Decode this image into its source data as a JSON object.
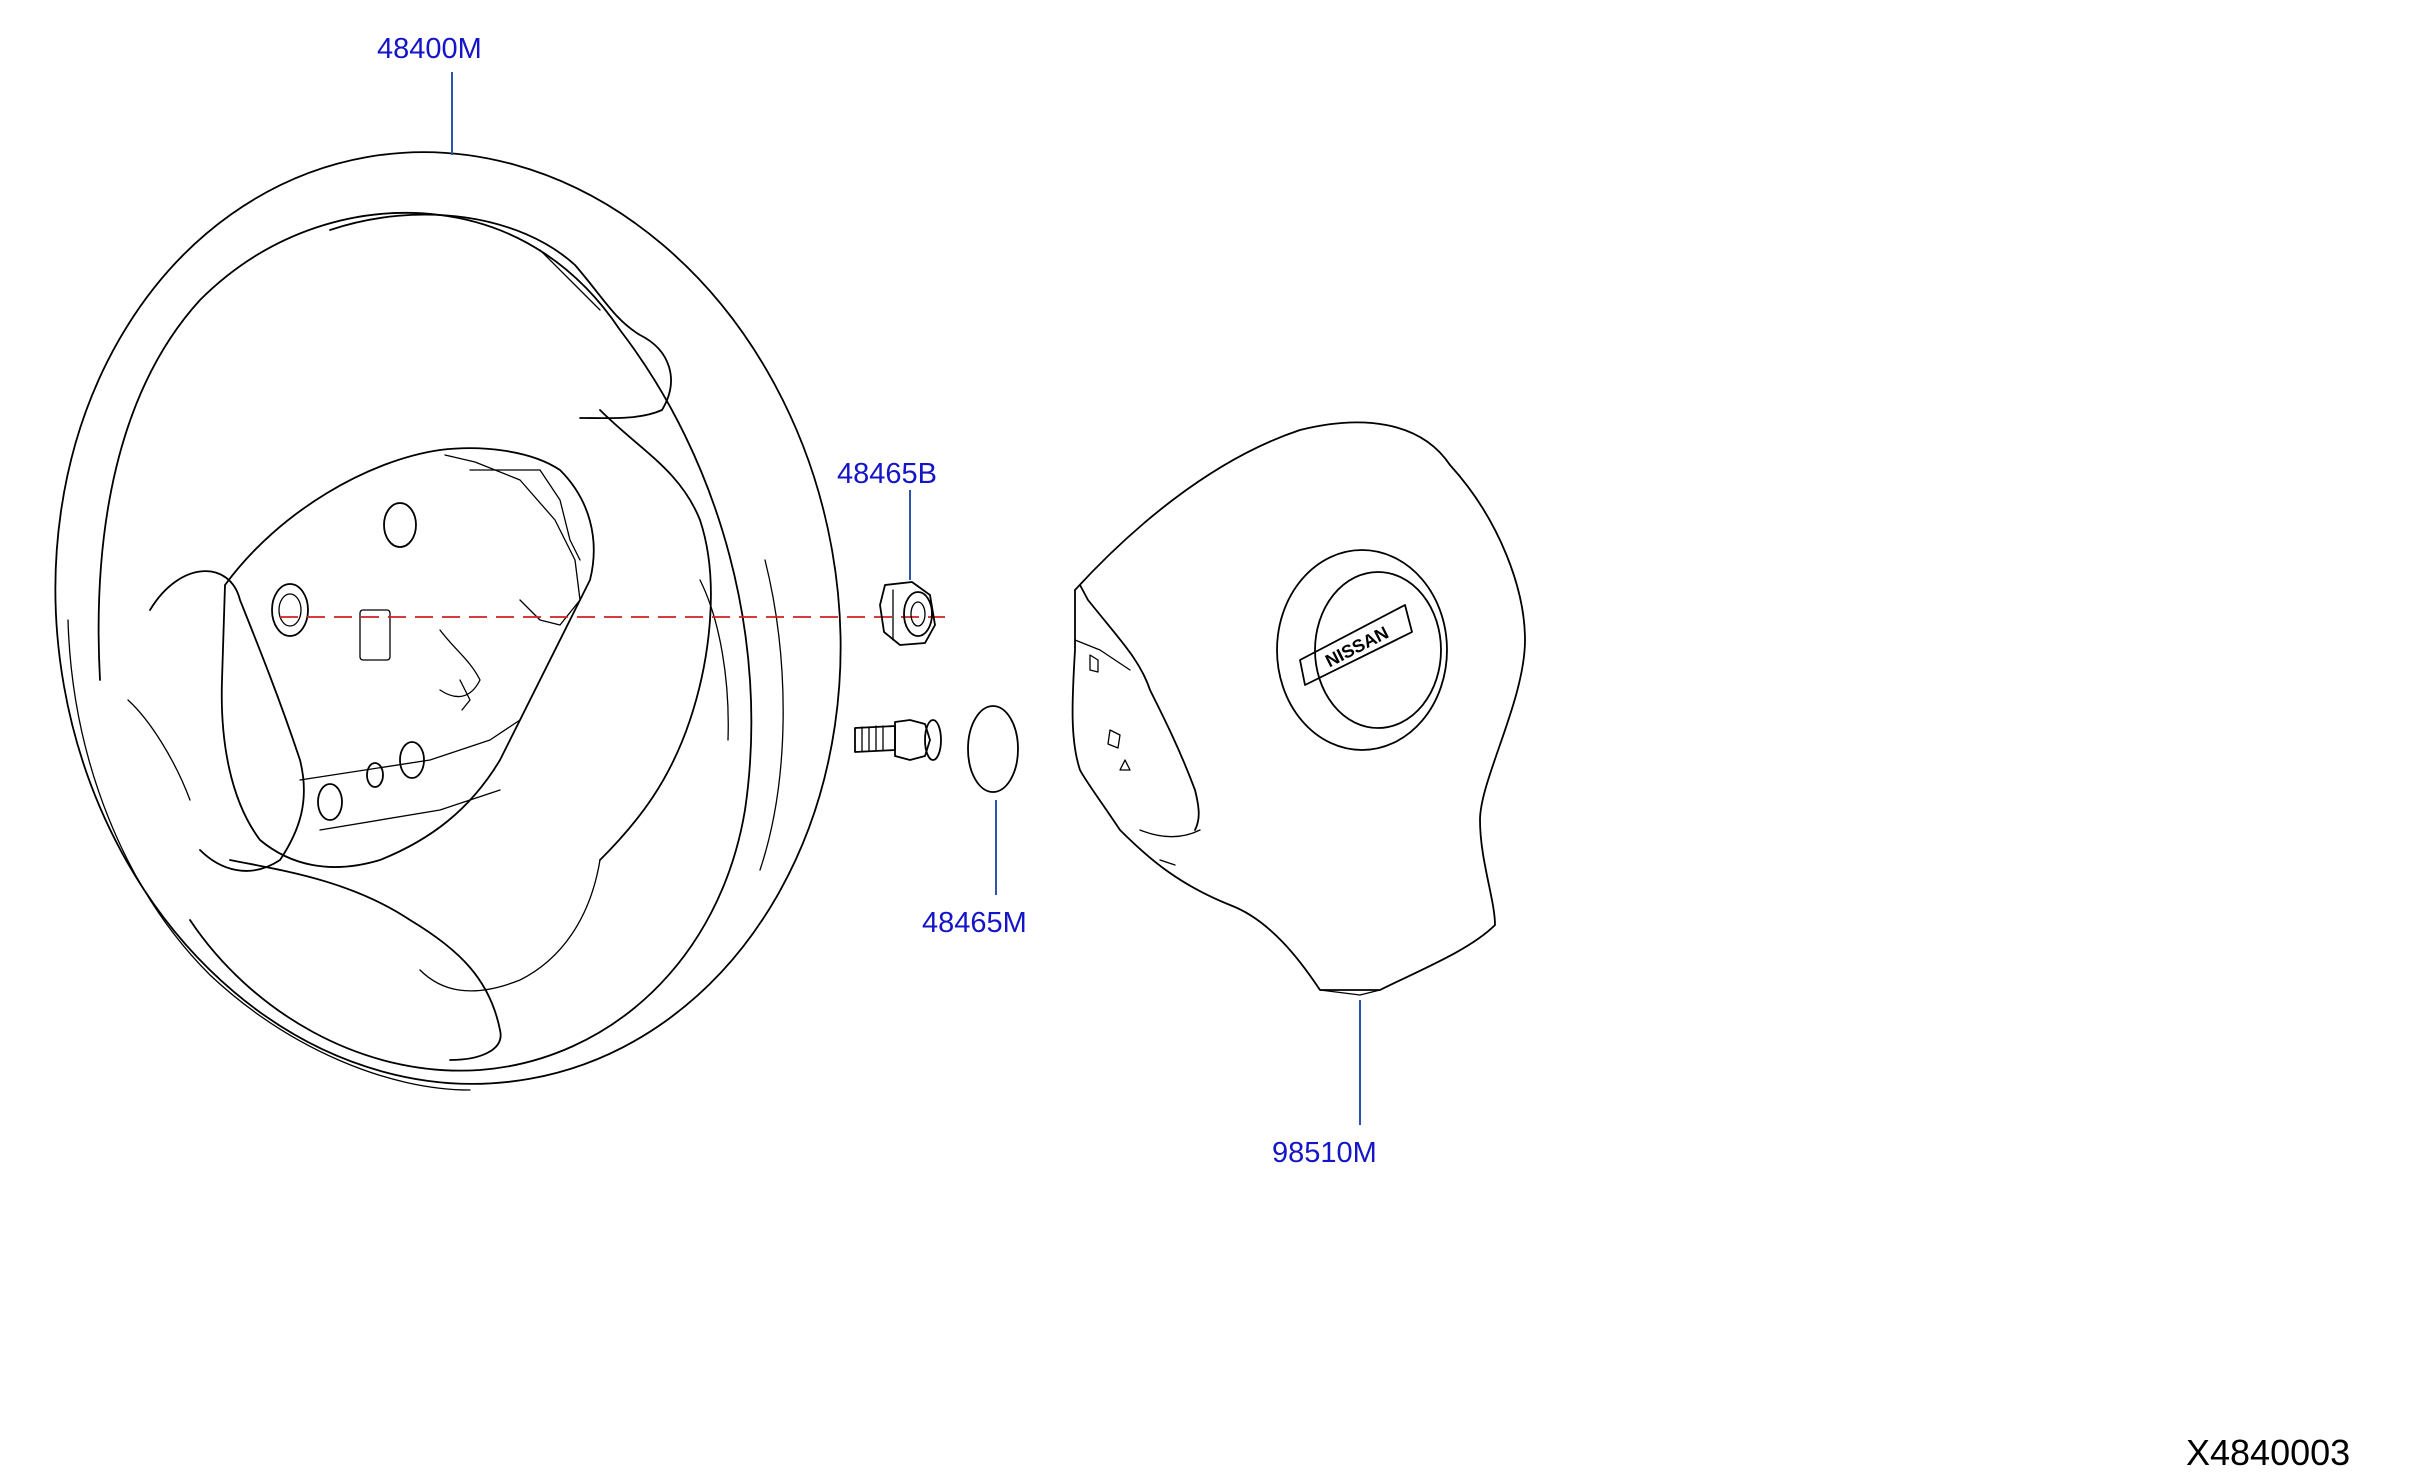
{
  "parts": [
    {
      "id": "steering-wheel",
      "label": "48400M"
    },
    {
      "id": "nut",
      "label": "48465B"
    },
    {
      "id": "cap",
      "label": "48465M"
    },
    {
      "id": "airbag-module",
      "label": "98510M"
    }
  ],
  "emblem_text": "NISSAN",
  "diagram_id": "X4840003",
  "colors": {
    "label": "#1414c8",
    "leader": "#2a55a8",
    "center_line": "#d02020",
    "line_art": "#000000"
  }
}
